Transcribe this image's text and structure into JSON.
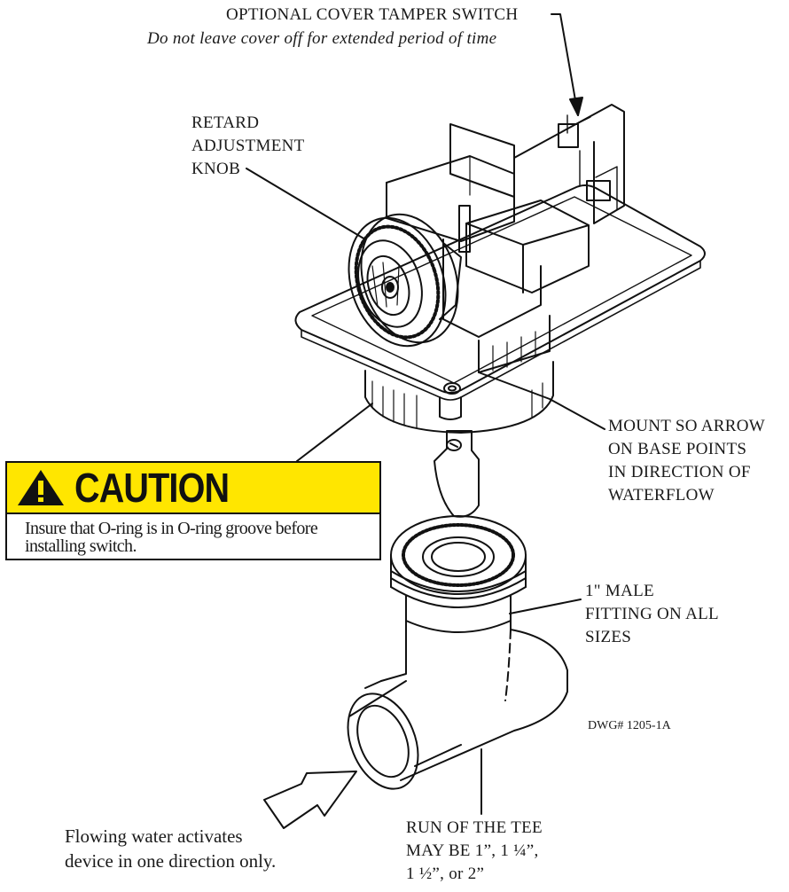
{
  "labels": {
    "tamper_title": "OPTIONAL COVER TAMPER SWITCH",
    "tamper_note": "Do not leave cover off for extended period of time",
    "retard": [
      "RETARD",
      "ADJUSTMENT",
      "KNOB"
    ],
    "mount": [
      "MOUNT SO ARROW",
      "ON BASE POINTS",
      "IN DIRECTION OF",
      "WATERFLOW"
    ],
    "fitting": [
      "1\" MALE",
      "FITTING ON ALL",
      "SIZES"
    ],
    "drawing_number": "DWG# 1205-1A",
    "flow_note": [
      "Flowing water activates",
      "device in one direction only."
    ],
    "run_note": [
      "RUN OF THE TEE",
      "MAY BE 1”, 1 ¼”,",
      "1 ½”, or 2”"
    ]
  },
  "caution": {
    "title": "CAUTION",
    "body": [
      "Insure that O-ring is in O-ring groove before",
      "installing switch."
    ],
    "banner_color": "#ffe600"
  }
}
